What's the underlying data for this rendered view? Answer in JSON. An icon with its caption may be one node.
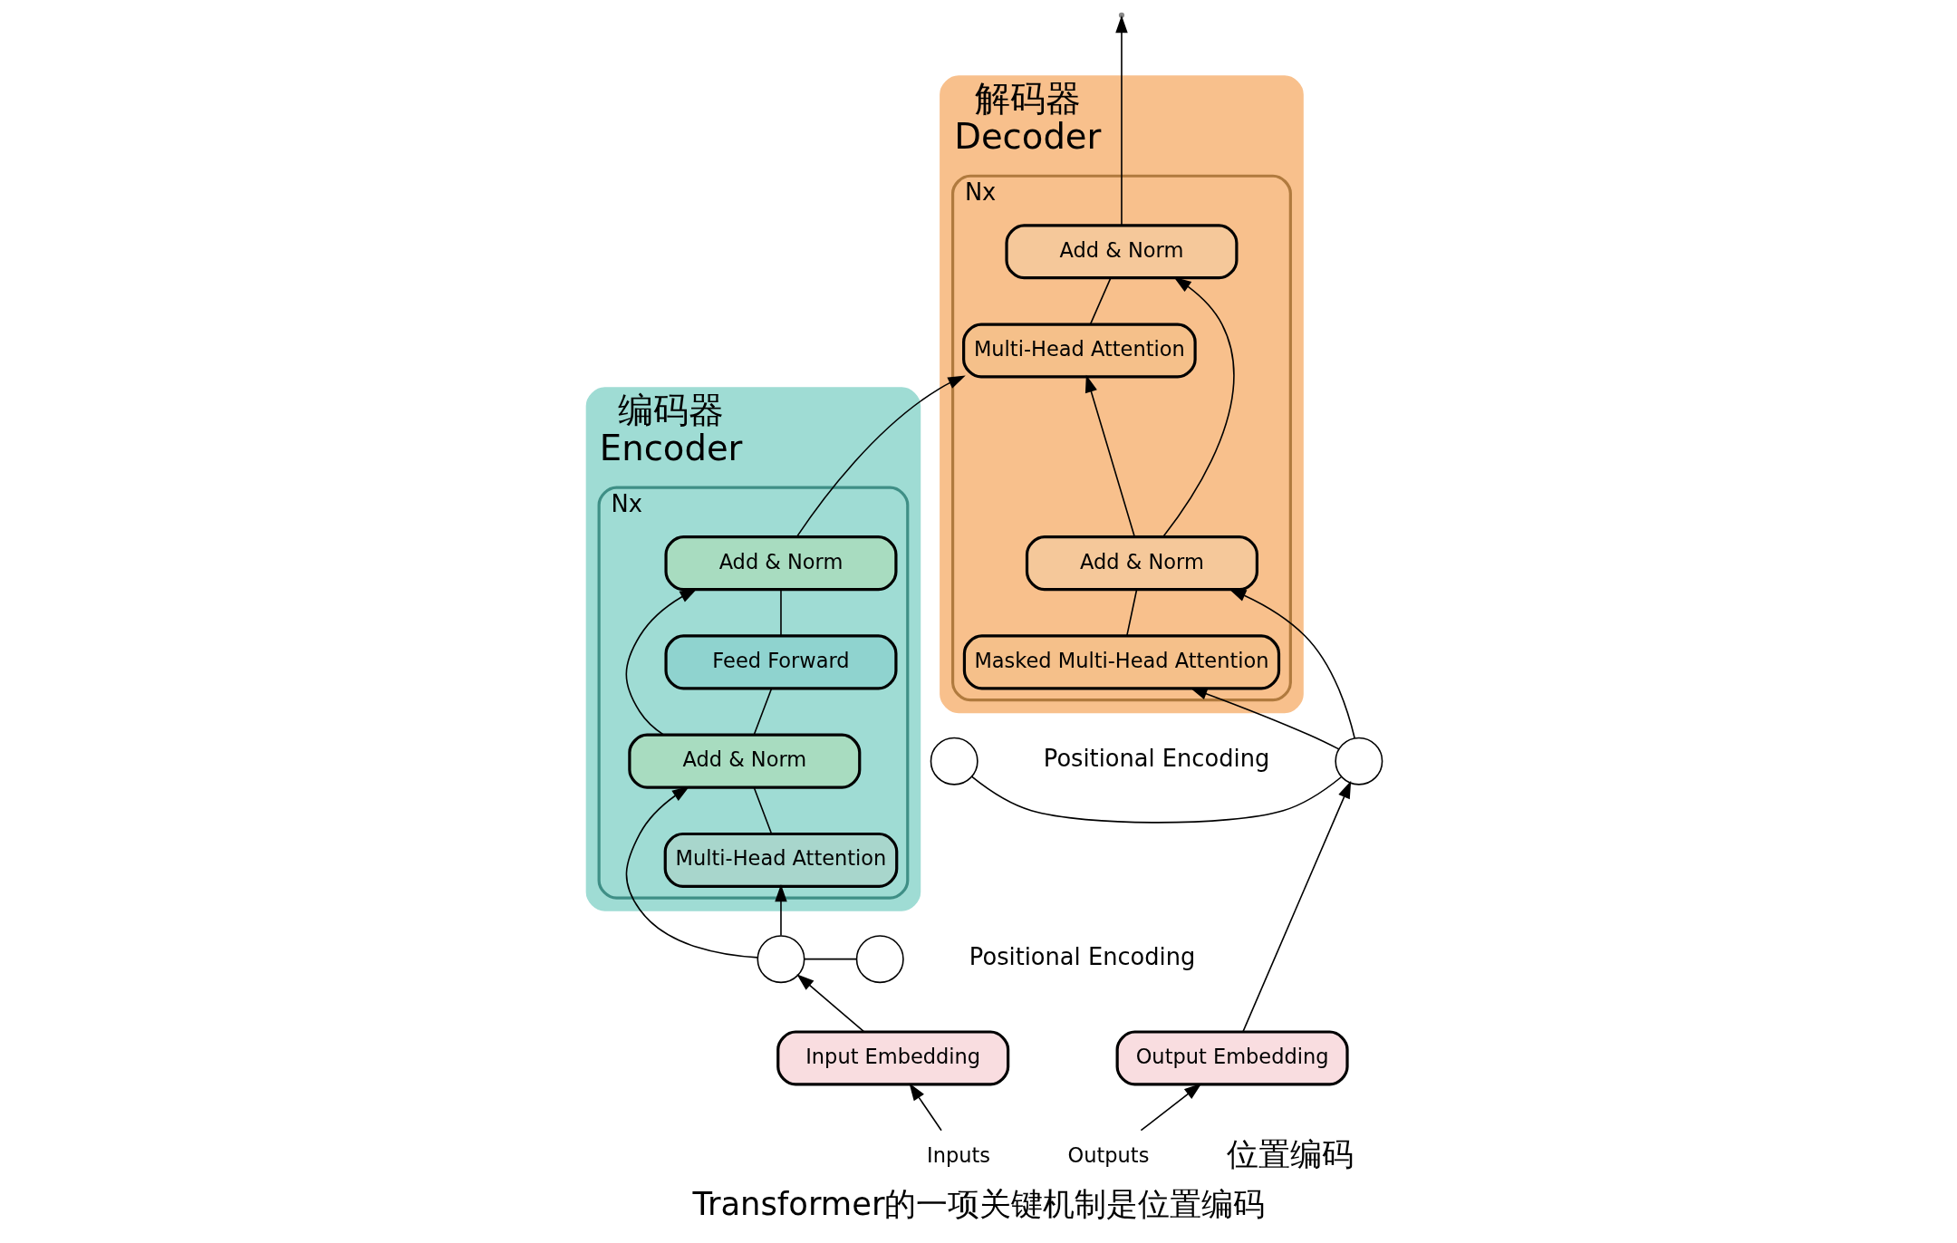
{
  "diagram": {
    "caption": "Transformer的一项关键机制是位置编码",
    "nodes": [
      {
        "text": [
          "编码器",
          "Encoder"
        ]
      },
      {
        "text": [
          "Nx"
        ],
        "in": 0
      },
      {
        "text": [
          "Add & Norm"
        ],
        "in": 1
      },
      {
        "text": [
          "Feed Forward"
        ],
        "in": 1
      },
      {
        "text": [
          "Add & Norm"
        ],
        "in": 1
      },
      {
        "text": [
          "Multi-Head Attention"
        ],
        "in": 1
      },
      {
        "text": [
          "解码器",
          "Decoder"
        ]
      },
      {
        "text": [
          "Nx"
        ],
        "in": 6
      },
      {
        "text": [
          "Add & Norm"
        ],
        "in": 7
      },
      {
        "text": [
          "Multi-Head Attention"
        ],
        "in": 7
      },
      {
        "text": [
          "Add & Norm"
        ],
        "in": 7
      },
      {
        "text": [
          "Masked Multi-Head Attention"
        ],
        "in": 7
      },
      {
        "text": [],
        "shape": "circle"
      },
      {
        "text": [],
        "shape": "circle",
        "beside": [
          "Positional Encoding"
        ]
      },
      {
        "text": [
          "Input Embedding"
        ]
      },
      {
        "text": [
          "Inputs"
        ]
      },
      {
        "text": [],
        "shape": "circle"
      },
      {
        "text": [],
        "shape": "circle",
        "beside": [
          "Positional Encoding"
        ]
      },
      {
        "text": [
          "Output Embedding"
        ]
      },
      {
        "text": [
          "Outputs"
        ]
      }
    ],
    "edges": [
      {
        "from": 15,
        "to": 14,
        "arrow": "to"
      },
      {
        "from": 14,
        "to": 12,
        "arrow": "to"
      },
      {
        "from": 13,
        "to": 12,
        "arrow": "none"
      },
      {
        "from": 12,
        "to": 5,
        "arrow": "to"
      },
      {
        "from": 12,
        "to": 4,
        "arrow": "to"
      },
      {
        "from": 5,
        "to": 4,
        "arrow": "none"
      },
      {
        "from": 4,
        "to": 3,
        "arrow": "none"
      },
      {
        "from": 4,
        "to": 2,
        "arrow": "to"
      },
      {
        "from": 3,
        "to": 2,
        "arrow": "none"
      },
      {
        "from": 2,
        "to": 9,
        "arrow": "to"
      },
      {
        "from": 19,
        "to": 18,
        "arrow": "to"
      },
      {
        "from": 18,
        "to": 16,
        "arrow": "to"
      },
      {
        "from": 17,
        "to": 16,
        "arrow": "none"
      },
      {
        "from": 16,
        "to": 11,
        "arrow": "to"
      },
      {
        "from": 16,
        "to": 10,
        "arrow": "to"
      },
      {
        "from": 11,
        "to": 10,
        "arrow": "none"
      },
      {
        "from": 10,
        "to": 9,
        "arrow": "to"
      },
      {
        "from": 10,
        "to": 8,
        "arrow": "to"
      },
      {
        "from": 9,
        "to": 8,
        "arrow": "none"
      },
      {
        "from": 8,
        "to": null,
        "arrow": "to"
      }
    ],
    "labels": [
      "位置编码"
    ]
  }
}
